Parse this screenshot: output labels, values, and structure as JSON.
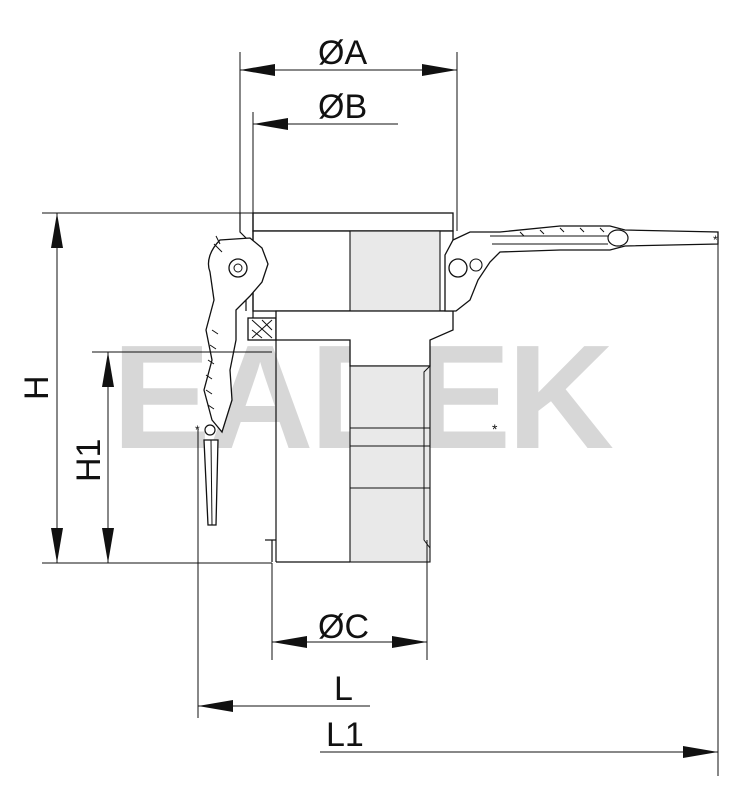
{
  "watermark": {
    "text": "EADEK",
    "color_letters": "#c0233a",
    "color_dark": "#2b3570"
  },
  "dimensions": {
    "a": "ØA",
    "b": "ØB",
    "c": "ØC",
    "h": "H",
    "h1": "H1",
    "l": "L",
    "l1": "L1"
  },
  "colors": {
    "line": "#111111",
    "background": "#ffffff"
  }
}
